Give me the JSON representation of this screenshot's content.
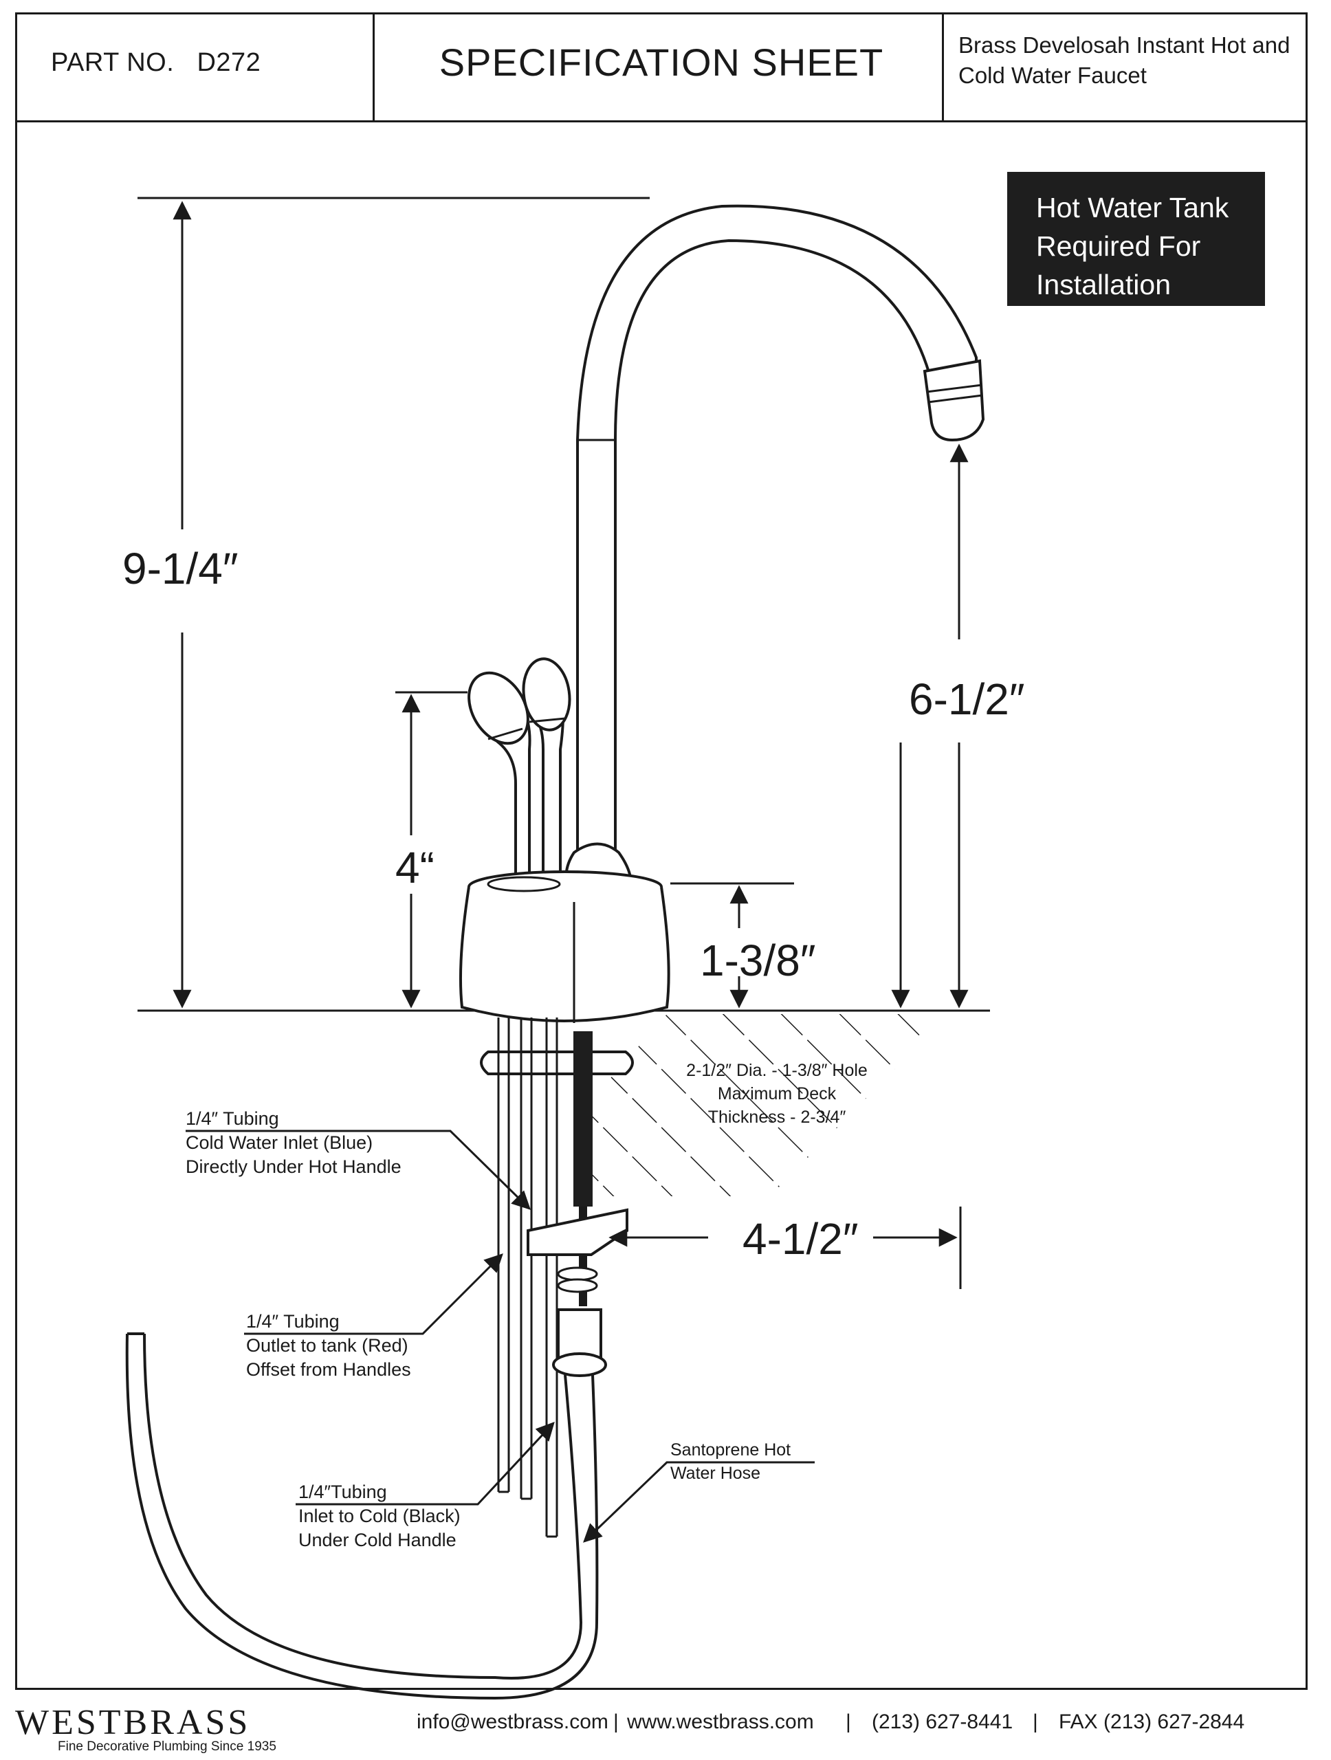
{
  "header": {
    "part_no": "PART NO.   D272",
    "title": "SPECIFICATION SHEET",
    "product_line1": "Brass Develosah Instant Hot and",
    "product_line2": "Cold Water Faucet"
  },
  "notice": {
    "line1": "Hot Water Tank",
    "line2": "Required For",
    "line3": "Installation"
  },
  "dimensions": {
    "overall_height": "9-1/4″",
    "spout_height": "6-1/2″",
    "handle_height": "4“",
    "base_height": "1-3/8″",
    "reach": "4-1/2″"
  },
  "callouts": {
    "deck": [
      "2-1/2″ Dia. - 1-3/8″ Hole",
      "Maximum Deck",
      "Thickness - 2-3/4″"
    ],
    "cold_inlet": [
      "1/4″ Tubing",
      "Cold Water Inlet (Blue)",
      "Directly Under Hot Handle"
    ],
    "outlet_tank": [
      "1/4″ Tubing",
      "Outlet to tank (Red)",
      "Offset from Handles"
    ],
    "inlet_cold": [
      "1/4″Tubing",
      "Inlet to Cold (Black)",
      "Under Cold Handle"
    ],
    "hose": [
      "Santoprene Hot",
      "Water Hose"
    ]
  },
  "footer": {
    "brand": "WESTBRASS",
    "tagline": "Fine Decorative Plumbing Since 1935",
    "email": "info@westbrass.com",
    "website": "www.westbrass.com",
    "phone": "(213) 627-8441",
    "fax": "FAX (213) 627-2844",
    "separator": "|"
  }
}
